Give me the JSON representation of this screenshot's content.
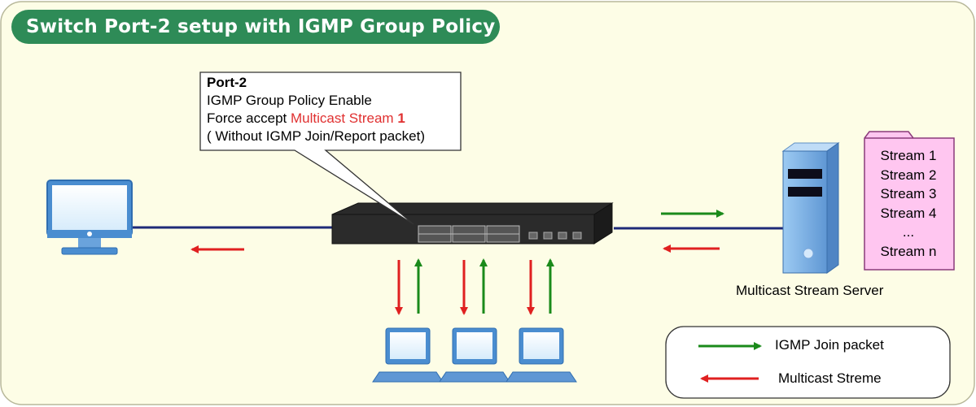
{
  "title": "Switch Port-2 setup with IGMP Group Policy",
  "callout": {
    "port": "Port-2",
    "line1": "IGMP Group Policy Enable",
    "line2_prefix": "Force accept ",
    "line2_highlight": "Multicast Stream",
    "line2_number": "1",
    "line3": "( Without IGMP Join/Report packet)"
  },
  "server": {
    "label": "Multicast Stream Server",
    "streams": [
      "Stream 1",
      "Stream 2",
      "Stream 3",
      "Stream 4",
      "...",
      "Stream n"
    ]
  },
  "legend": {
    "join": "IGMP Join packet",
    "multicast": "Multicast Streme"
  },
  "colors": {
    "title_bg": "#2e8b57",
    "background": "#fdfde6",
    "link": "#1e2a78",
    "green_arrow": "#1a8a1a",
    "red_arrow": "#e02020",
    "stream_folder": "#ffc6f0",
    "highlight_text": "#e03030"
  }
}
